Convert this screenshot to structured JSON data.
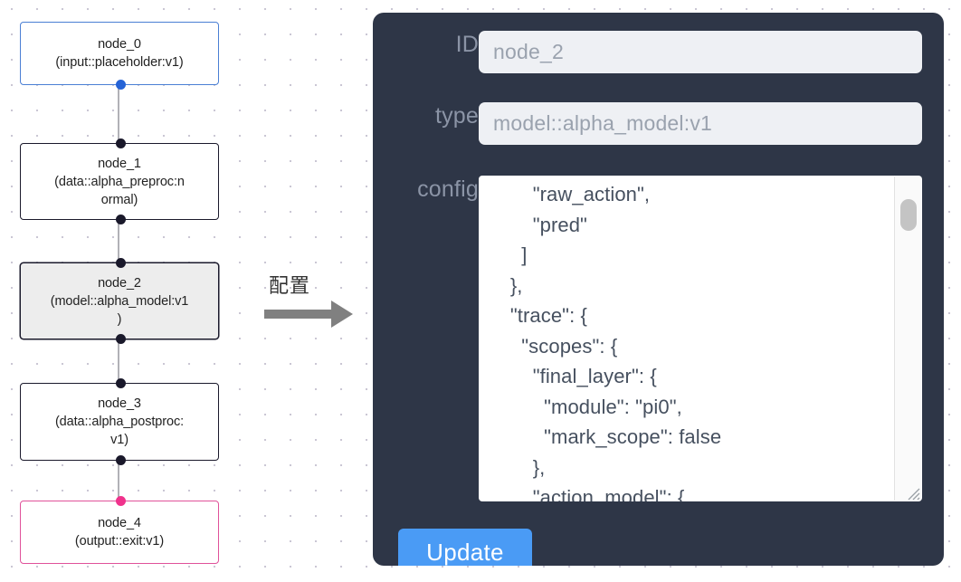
{
  "graph": {
    "nodes": [
      {
        "id": "node_0",
        "label": "node_0\n(input::placeholder:v1)",
        "kind": "input",
        "selected": false
      },
      {
        "id": "node_1",
        "label": "node_1\n(data::alpha_preproc:n\normal)",
        "kind": "default",
        "selected": false
      },
      {
        "id": "node_2",
        "label": "node_2\n(model::alpha_model:v1\n)",
        "kind": "default",
        "selected": true
      },
      {
        "id": "node_3",
        "label": "node_3\n(data::alpha_postproc:\nv1)",
        "kind": "default",
        "selected": false
      },
      {
        "id": "node_4",
        "label": "node_4\n(output::exit:v1)",
        "kind": "output",
        "selected": false
      }
    ],
    "colors": {
      "input_border": "#4a7fd4",
      "output_border": "#e0519a",
      "default_border": "#1a192b",
      "selected_fill": "#ededed",
      "edge": "#b1b1b7",
      "handle": "#1a192b",
      "handle_input": "#2563d6",
      "handle_output": "#f0328c"
    }
  },
  "transition": {
    "label": "配置",
    "arrow_icon": "right-arrow-icon"
  },
  "panel": {
    "background_color": "#2e3647",
    "fields": [
      {
        "name": "id",
        "label": "ID",
        "value": "node_2"
      },
      {
        "name": "type",
        "label": "type",
        "value": "model::alpha_model:v1"
      },
      {
        "name": "config",
        "label": "config",
        "value": "        \"raw_action\",\n        \"pred\"\n      ]\n    },\n    \"trace\": {\n      \"scopes\": {\n        \"final_layer\": {\n          \"module\": \"pi0\",\n          \"mark_scope\": false\n        },\n        \"action_model\": {"
      }
    ],
    "update_label": "Update",
    "update_color": "#4a9bf5",
    "scrollbar": {
      "name": "config-scrollbar",
      "thumb_color": "#c4c4c4"
    },
    "resize_handle": "resize-grip-icon"
  }
}
